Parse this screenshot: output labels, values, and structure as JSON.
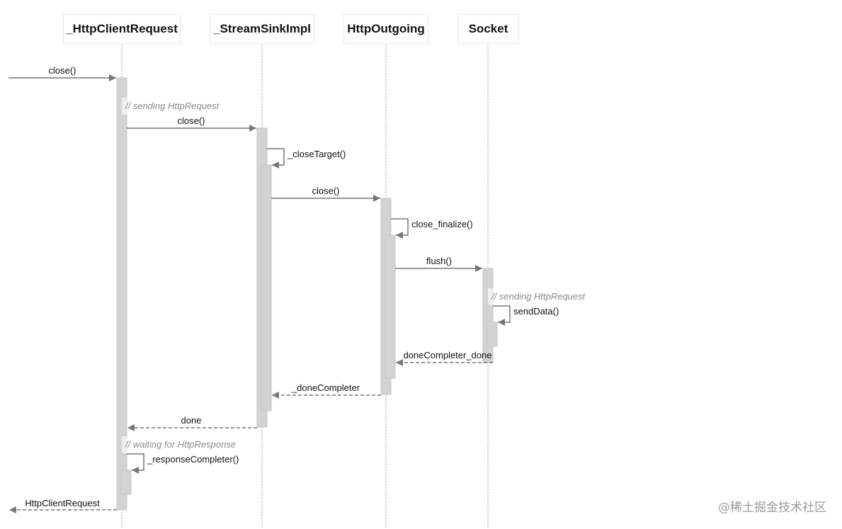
{
  "participants": [
    "_HttpClientRequest",
    "_StreamSinkImpl",
    "HttpOutgoing",
    "Socket"
  ],
  "messages": {
    "m1": "close()",
    "m2": "close()",
    "m3": "_closeTarget()",
    "m4": "close()",
    "m5": "close_finalize()",
    "m6": "flush()",
    "m7": "sendData()",
    "m8": "doneCompleter_done",
    "m9": "_doneCompleter",
    "m10": "done",
    "m11": "_responseCompleter()",
    "m12": "HttpClientRequest"
  },
  "notes": {
    "n1": "// sending HttpRequest",
    "n2": "// sending HttpRequest",
    "n3": "// waiting for HttpResponse"
  },
  "watermark": "@稀土掘金技术社区",
  "colors": {
    "activation": "#d3d3d3",
    "arrow": "#777777",
    "lifeline": "#9a9a9a"
  }
}
